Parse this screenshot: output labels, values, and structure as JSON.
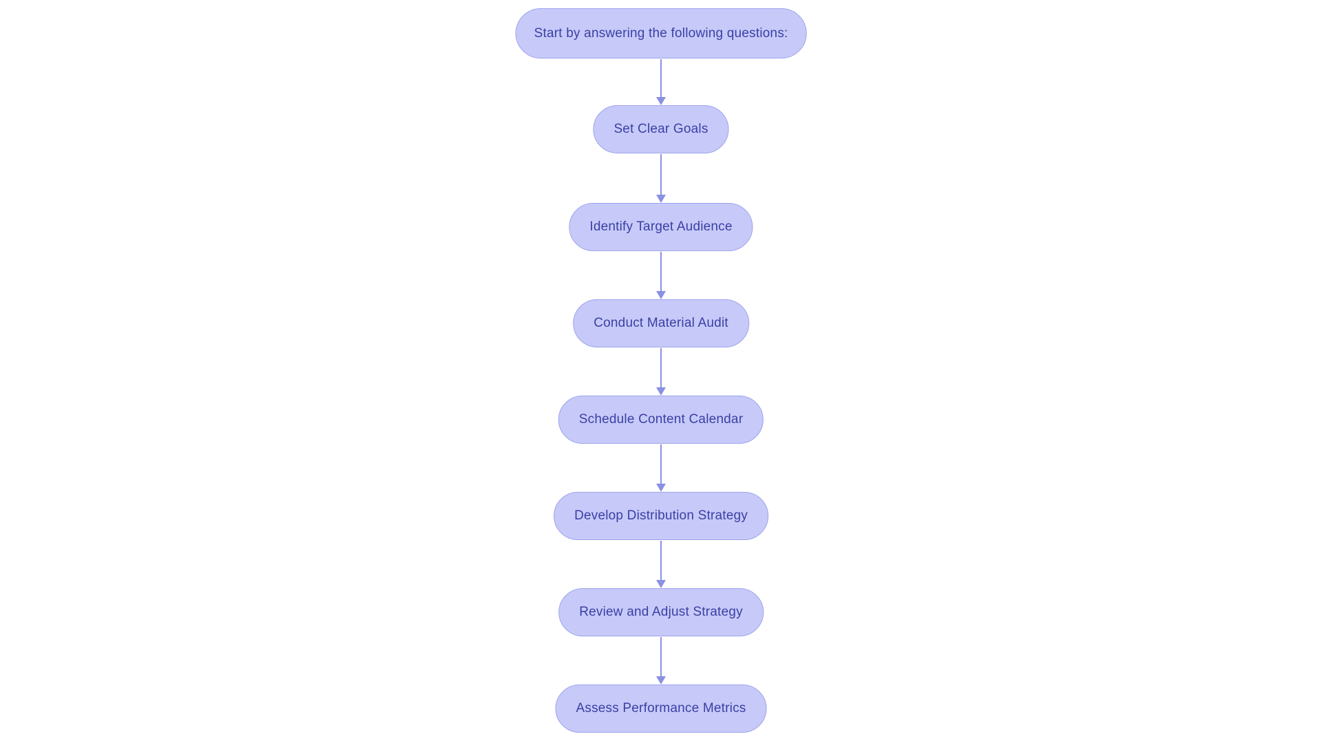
{
  "diagram": {
    "type": "flowchart",
    "direction": "top-down",
    "nodes": [
      {
        "id": "n1",
        "label": "Start by answering the following questions:"
      },
      {
        "id": "n2",
        "label": "Set Clear Goals"
      },
      {
        "id": "n3",
        "label": "Identify Target Audience"
      },
      {
        "id": "n4",
        "label": "Conduct Material Audit"
      },
      {
        "id": "n5",
        "label": "Schedule Content Calendar"
      },
      {
        "id": "n6",
        "label": "Develop Distribution Strategy"
      },
      {
        "id": "n7",
        "label": "Review and Adjust Strategy"
      },
      {
        "id": "n8",
        "label": "Assess Performance Metrics"
      }
    ],
    "edges": [
      {
        "from": "n1",
        "to": "n2"
      },
      {
        "from": "n2",
        "to": "n3"
      },
      {
        "from": "n3",
        "to": "n4"
      },
      {
        "from": "n4",
        "to": "n5"
      },
      {
        "from": "n5",
        "to": "n6"
      },
      {
        "from": "n6",
        "to": "n7"
      },
      {
        "from": "n7",
        "to": "n8"
      }
    ],
    "colors": {
      "node_fill": "#c7caf8",
      "node_border": "#9da3ec",
      "node_text": "#3a3fa5",
      "arrow": "#8b90e2",
      "background": "#ffffff"
    }
  }
}
